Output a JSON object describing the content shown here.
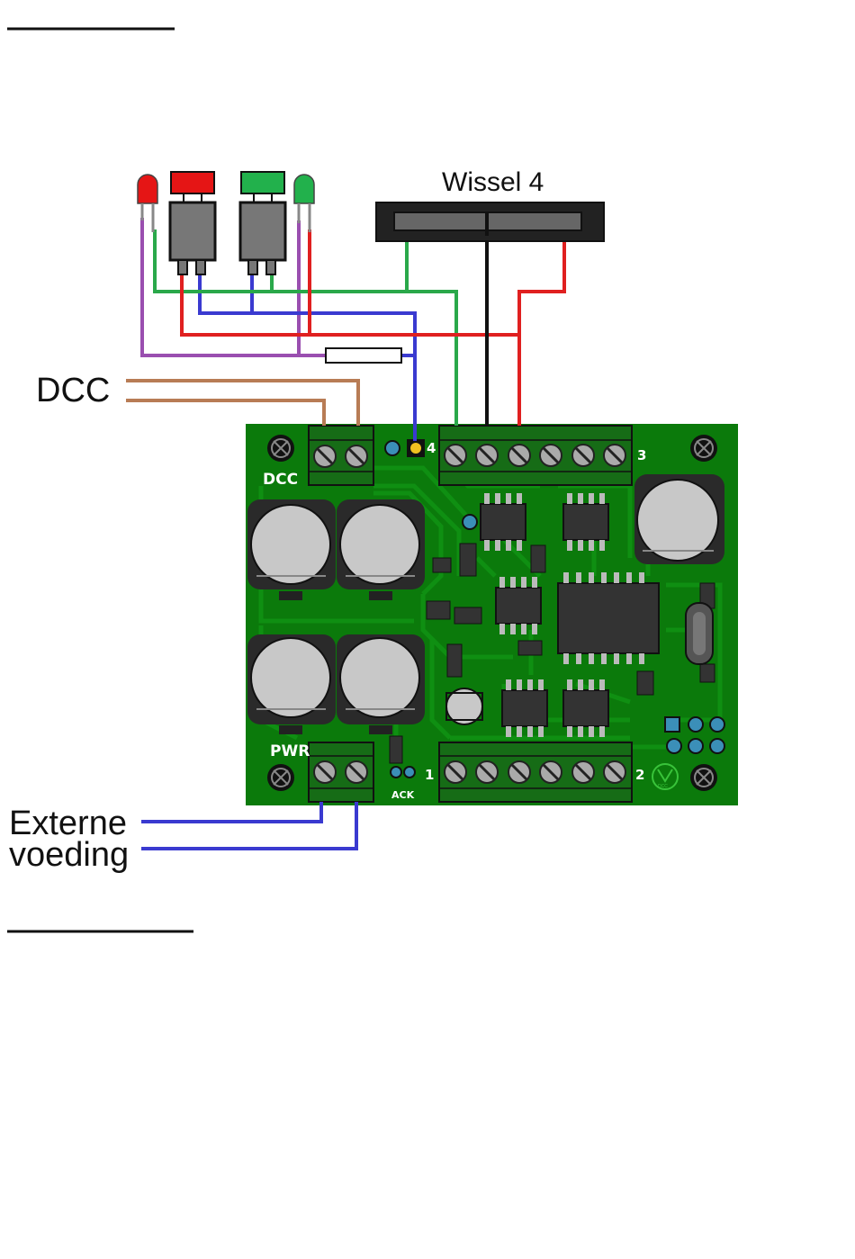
{
  "labels": {
    "turnout": "Wissel 4",
    "dcc": "DCC",
    "power_line1": "Externe",
    "power_line2": "voeding"
  },
  "board": {
    "dcc_label": "DCC",
    "pwr_label": "PWR",
    "ack_label": "ACK",
    "port1": "1",
    "port2": "2",
    "port3": "3",
    "port4": "4",
    "logo_text": "DCC"
  },
  "colors": {
    "pcb": "#0b7a0b",
    "trace": "#0f8f12",
    "wire_green": "#2aa84a",
    "wire_red": "#e02020",
    "wire_blue": "#3a3ad0",
    "wire_purple": "#9a4fb0",
    "wire_brown": "#b87c55",
    "wire_black": "#111111",
    "led_red": "#e51515",
    "led_green": "#22b14c",
    "terminal": "#166c16"
  },
  "icons": [
    "led-icon",
    "push-button-icon",
    "turnout-motor-icon",
    "resistor-icon",
    "capacitor-icon",
    "chip-icon",
    "terminal-screw-icon",
    "mounting-hole-icon"
  ]
}
